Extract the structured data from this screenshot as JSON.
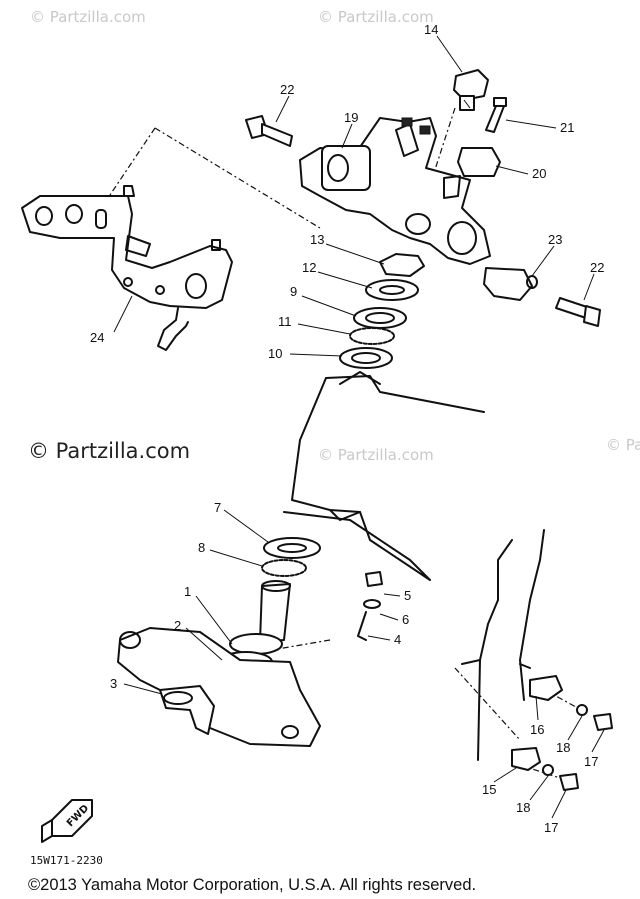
{
  "watermarks": {
    "main": "© Partzilla.com",
    "faint": "© Partzilla.com"
  },
  "diagram_code": "15W171-2230",
  "copyright": "©2013  Yamaha Motor Corporation, U.S.A. All rights reserved.",
  "fwd_label": "FWD",
  "callouts": {
    "p1": "1",
    "p2": "2",
    "p3": "3",
    "p4": "4",
    "p5": "5",
    "p6": "6",
    "p7": "7",
    "p8": "8",
    "p9": "9",
    "p10": "10",
    "p11": "11",
    "p12": "12",
    "p13": "13",
    "p14": "14",
    "p15": "15",
    "p16": "16",
    "p17a": "17",
    "p17b": "17",
    "p18a": "18",
    "p18b": "18",
    "p19": "19",
    "p20": "20",
    "p21": "21",
    "p22a": "22",
    "p22b": "22",
    "p23": "23",
    "p24": "24"
  }
}
